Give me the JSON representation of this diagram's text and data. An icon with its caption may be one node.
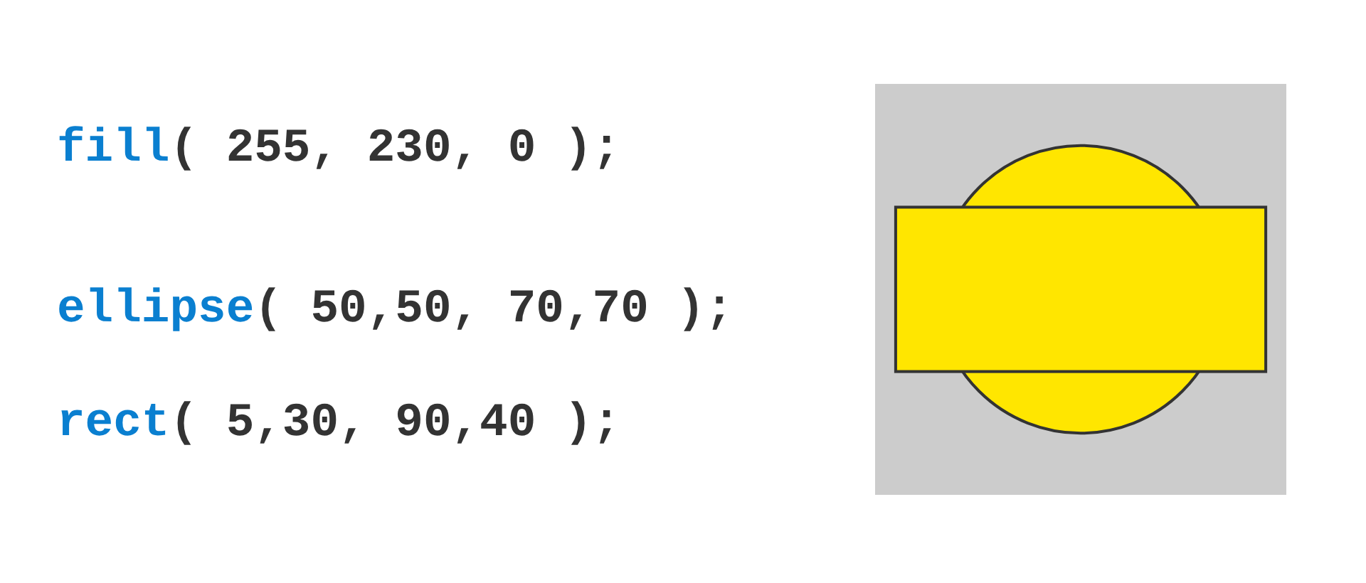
{
  "diagram": {
    "labels": [
      "fill( 255, 230, 0 );",
      "ellipse( 50,50, 70,70 );",
      "rect( 5,30, 90,40 );"
    ]
  }
}
